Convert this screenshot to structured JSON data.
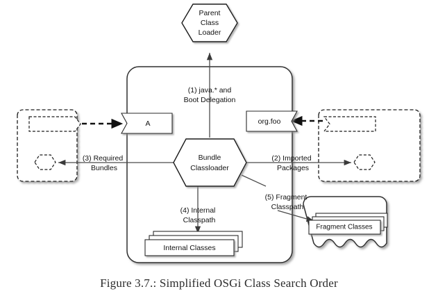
{
  "figure": {
    "caption": "Figure 3.7.: Simplified OSGi Class Search Order",
    "background_color": "#ffffff",
    "line_color": "#1a1a1a",
    "shape_fill": "#ffffff"
  },
  "nodes": {
    "parent_class_loader": {
      "label_line1": "Parent",
      "label_line2": "Class",
      "label_line3": "Loader",
      "shape": "hexagon"
    },
    "bundle_classloader": {
      "label_line1": "Bundle",
      "label_line2": "Classloader",
      "shape": "hexagon"
    },
    "exported_package_a": {
      "label": "A",
      "shape": "arrow-tail-box"
    },
    "imported_package_org_foo": {
      "label": "org.foo",
      "shape": "arrow-head-box"
    },
    "internal_classes": {
      "label": "Internal Classes",
      "shape": "stacked-boxes"
    },
    "fragment_classes": {
      "label": "Fragment Classes",
      "shape": "stacked-boxes"
    },
    "left_bundle": {
      "shape": "dashed-rounded-rect-with-tag-and-hexagon"
    },
    "right_bundle": {
      "shape": "dashed-rounded-rect-with-tag-and-hexagon"
    },
    "main_bundle_container": {
      "shape": "rounded-rect"
    },
    "fragment_container": {
      "shape": "rounded-rect-torn-bottom"
    }
  },
  "edges": [
    {
      "id": "boot-delegation",
      "label_line1": "(1) java.* and",
      "label_line2": "Boot Delegation",
      "number": 1,
      "from": "bundle_classloader",
      "to": "parent_class_loader"
    },
    {
      "id": "imported-packages",
      "label_line1": "(2) Imported",
      "label_line2": "Packages",
      "number": 2,
      "from": "bundle_classloader",
      "to": "right_bundle"
    },
    {
      "id": "required-bundles",
      "label_line1": "(3) Required",
      "label_line2": "Bundles",
      "number": 3,
      "from": "bundle_classloader",
      "to": "left_bundle"
    },
    {
      "id": "internal-classpath",
      "label_line1": "(4) Internal",
      "label_line2": "Classpath",
      "number": 4,
      "from": "bundle_classloader",
      "to": "internal_classes"
    },
    {
      "id": "fragment-classpath",
      "label_line1": "(5) Fragment",
      "label_line2": "Classpath",
      "number": 5,
      "from": "bundle_classloader",
      "to": "fragment_classes"
    }
  ]
}
